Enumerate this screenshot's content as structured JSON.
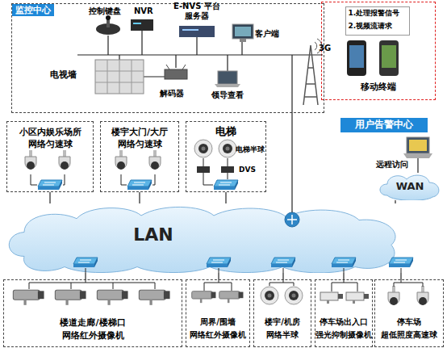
{
  "diagram": {
    "nodes": [
      {
        "text": [
          "监控中心"
        ]
      },
      {
        "text": [
          "移动终端"
        ]
      },
      {
        "text": [
          "1.处理报警信号",
          "2.视频流请求"
        ],
        "in": 1
      },
      {
        "text": [
          "用户告警中心"
        ]
      },
      {
        "text": [
          "小区内娱乐场所",
          "网络匀速球"
        ]
      },
      {
        "text": [
          "楼宇大门/大厅",
          "网络匀速球"
        ]
      },
      {
        "text": [
          "电梯"
        ]
      },
      {
        "text": [
          "LAN"
        ]
      },
      {
        "text": [
          "WAN"
        ]
      },
      {
        "text": [
          "楼道走廊/楼梯口",
          "网络红外摄像机"
        ]
      },
      {
        "text": [
          "周界/围墙",
          "网络红外摄像机"
        ]
      },
      {
        "text": [
          "楼宇/机房",
          "网络半球"
        ]
      },
      {
        "text": [
          "停车场出入口",
          "强光抑制摄像机"
        ]
      },
      {
        "text": [
          "停车场",
          "超低照度高速球"
        ]
      }
    ],
    "edges": [
      {
        "from": 0,
        "to": 7,
        "arrow": "none"
      },
      {
        "from": 4,
        "to": 7,
        "arrow": "none"
      },
      {
        "from": 5,
        "to": 7,
        "arrow": "none"
      },
      {
        "from": 6,
        "to": 7,
        "arrow": "none"
      },
      {
        "from": 9,
        "to": 7,
        "arrow": "none"
      },
      {
        "from": 10,
        "to": 7,
        "arrow": "none"
      },
      {
        "from": 11,
        "to": 7,
        "arrow": "none"
      },
      {
        "from": 12,
        "to": 7,
        "arrow": "none"
      },
      {
        "from": 13,
        "to": 7,
        "arrow": "none"
      },
      {
        "from": 8,
        "to": 7,
        "arrow": "none"
      }
    ],
    "labels": [
      "控制键盘",
      "NVR",
      "E-NVS 平台服务器",
      "客户端",
      "电视墙",
      "解码器",
      "领导查看",
      "3G",
      "电梯半球",
      "DVS",
      "远程访问"
    ]
  }
}
